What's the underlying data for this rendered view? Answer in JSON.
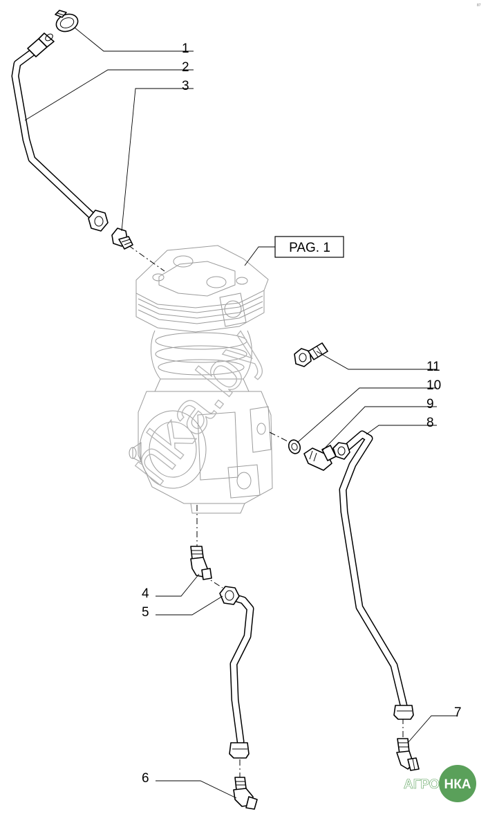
{
  "page_ref": "PAG. 1",
  "callouts": [
    "1",
    "2",
    "3",
    "4",
    "5",
    "6",
    "7",
    "8",
    "9",
    "10",
    "11"
  ],
  "watermark": "nka.by",
  "logo": {
    "left": "АГРО",
    "right": "НКА",
    "color": "#5aa05a"
  },
  "corner_code": "87"
}
